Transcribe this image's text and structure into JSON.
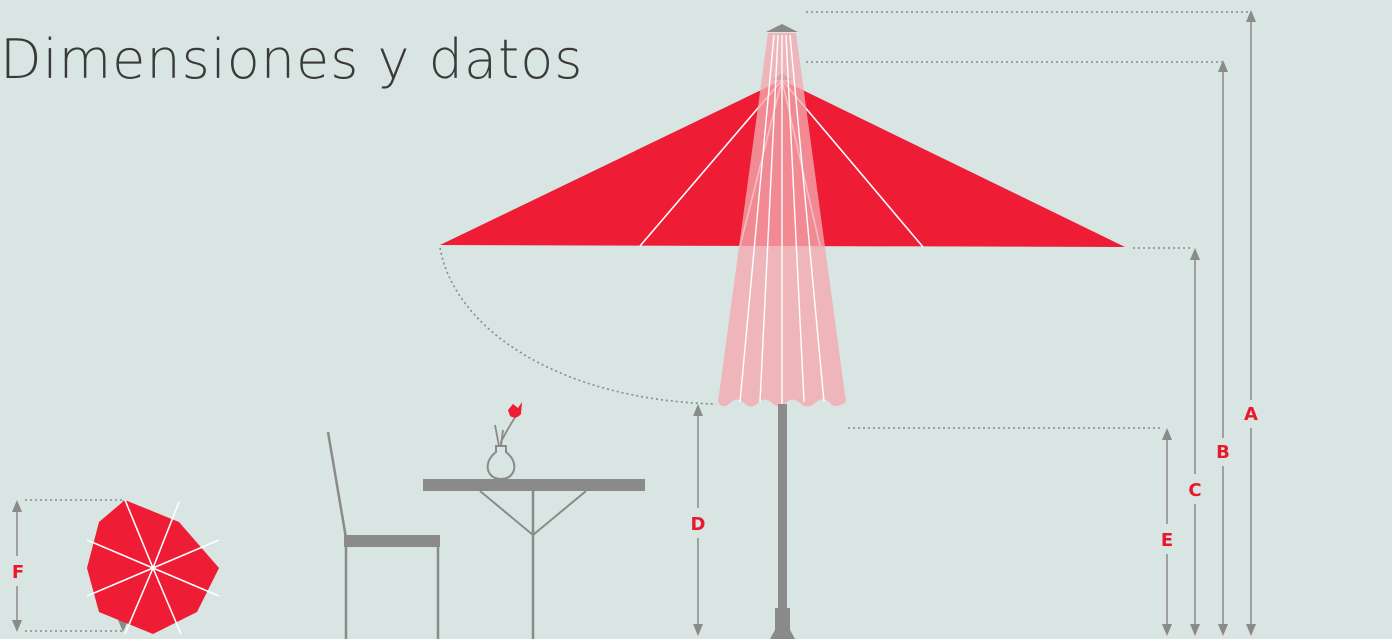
{
  "title": "Dimensiones y datos",
  "labels": {
    "a": "A",
    "b": "B",
    "c": "C",
    "d": "D",
    "e": "E",
    "f": "F"
  },
  "colors": {
    "background": "#d8e5e3",
    "canopy": "#ee1c34",
    "pole_overlay": "#f1a7ae",
    "furniture": "#8a8a8a",
    "dimension_line": "#8a8a8a",
    "label": "#e8192c",
    "title": "#3a3a3a"
  }
}
